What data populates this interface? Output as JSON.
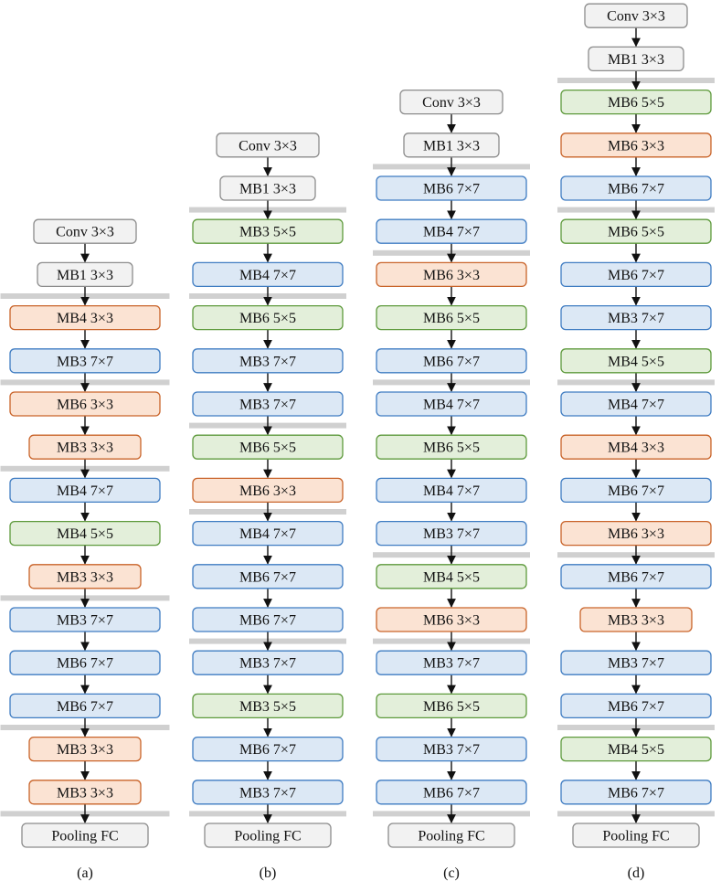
{
  "colors": {
    "gray": {
      "fill": "#f2f2f2",
      "stroke": "#8c8c8c"
    },
    "orange": {
      "fill": "#fbe3d3",
      "stroke": "#c9642a"
    },
    "blue": {
      "fill": "#dce8f5",
      "stroke": "#3f7cc2"
    },
    "green": {
      "fill": "#e3efda",
      "stroke": "#5e9a3c"
    },
    "separator": "#d0d0d0",
    "arrow": "#111111"
  },
  "columns": [
    {
      "caption": "(a)",
      "blocks": [
        {
          "label": "Conv 3×3",
          "color": "gray"
        },
        {
          "label": "MB1 3×3",
          "color": "gray",
          "stage_end": true
        },
        {
          "label": "MB4 3×3",
          "color": "orange"
        },
        {
          "label": "MB3 7×7",
          "color": "blue",
          "stage_end": true
        },
        {
          "label": "MB6 3×3",
          "color": "orange"
        },
        {
          "label": "MB3 3×3",
          "color": "orange",
          "stage_end": true
        },
        {
          "label": "MB4 7×7",
          "color": "blue"
        },
        {
          "label": "MB4 5×5",
          "color": "green"
        },
        {
          "label": "MB3 3×3",
          "color": "orange",
          "stage_end": true
        },
        {
          "label": "MB3 7×7",
          "color": "blue"
        },
        {
          "label": "MB6 7×7",
          "color": "blue"
        },
        {
          "label": "MB6 7×7",
          "color": "blue",
          "stage_end": true
        },
        {
          "label": "MB3 3×3",
          "color": "orange"
        },
        {
          "label": "MB3 3×3",
          "color": "orange",
          "stage_end": true
        },
        {
          "label": "Pooling FC",
          "color": "gray"
        }
      ]
    },
    {
      "caption": "(b)",
      "blocks": [
        {
          "label": "Conv 3×3",
          "color": "gray"
        },
        {
          "label": "MB1 3×3",
          "color": "gray",
          "stage_end": true
        },
        {
          "label": "MB3 5×5",
          "color": "green"
        },
        {
          "label": "MB4 7×7",
          "color": "blue",
          "stage_end": true
        },
        {
          "label": "MB6 5×5",
          "color": "green"
        },
        {
          "label": "MB3 7×7",
          "color": "blue"
        },
        {
          "label": "MB3 7×7",
          "color": "blue",
          "stage_end": true
        },
        {
          "label": "MB6 5×5",
          "color": "green"
        },
        {
          "label": "MB6 3×3",
          "color": "orange",
          "stage_end": true
        },
        {
          "label": "MB4 7×7",
          "color": "blue"
        },
        {
          "label": "MB6 7×7",
          "color": "blue"
        },
        {
          "label": "MB6 7×7",
          "color": "blue",
          "stage_end": true
        },
        {
          "label": "MB3 7×7",
          "color": "blue"
        },
        {
          "label": "MB3 5×5",
          "color": "green"
        },
        {
          "label": "MB6 7×7",
          "color": "blue"
        },
        {
          "label": "MB3 7×7",
          "color": "blue",
          "stage_end": true
        },
        {
          "label": "Pooling FC",
          "color": "gray"
        }
      ]
    },
    {
      "caption": "(c)",
      "blocks": [
        {
          "label": "Conv 3×3",
          "color": "gray"
        },
        {
          "label": "MB1 3×3",
          "color": "gray",
          "stage_end": true
        },
        {
          "label": "MB6 7×7",
          "color": "blue"
        },
        {
          "label": "MB4 7×7",
          "color": "blue",
          "stage_end": true
        },
        {
          "label": "MB6 3×3",
          "color": "orange"
        },
        {
          "label": "MB6 5×5",
          "color": "green"
        },
        {
          "label": "MB6 7×7",
          "color": "blue",
          "stage_end": true
        },
        {
          "label": "MB4 7×7",
          "color": "blue"
        },
        {
          "label": "MB6 5×5",
          "color": "green"
        },
        {
          "label": "MB4 7×7",
          "color": "blue"
        },
        {
          "label": "MB3 7×7",
          "color": "blue",
          "stage_end": true
        },
        {
          "label": "MB4 5×5",
          "color": "green"
        },
        {
          "label": "MB6 3×3",
          "color": "orange",
          "stage_end": true
        },
        {
          "label": "MB3 7×7",
          "color": "blue"
        },
        {
          "label": "MB6 5×5",
          "color": "green"
        },
        {
          "label": "MB3 7×7",
          "color": "blue"
        },
        {
          "label": "MB6 7×7",
          "color": "blue",
          "stage_end": true
        },
        {
          "label": "Pooling FC",
          "color": "gray"
        }
      ]
    },
    {
      "caption": "(d)",
      "blocks": [
        {
          "label": "Conv 3×3",
          "color": "gray"
        },
        {
          "label": "MB1 3×3",
          "color": "gray",
          "stage_end": true
        },
        {
          "label": "MB6 5×5",
          "color": "green"
        },
        {
          "label": "MB6 3×3",
          "color": "orange"
        },
        {
          "label": "MB6 7×7",
          "color": "blue",
          "stage_end": true
        },
        {
          "label": "MB6 5×5",
          "color": "green"
        },
        {
          "label": "MB6 7×7",
          "color": "blue"
        },
        {
          "label": "MB3 7×7",
          "color": "blue"
        },
        {
          "label": "MB4 5×5",
          "color": "green",
          "stage_end": true
        },
        {
          "label": "MB4 7×7",
          "color": "blue"
        },
        {
          "label": "MB4 3×3",
          "color": "orange"
        },
        {
          "label": "MB6 7×7",
          "color": "blue"
        },
        {
          "label": "MB6 3×3",
          "color": "orange",
          "stage_end": true
        },
        {
          "label": "MB6 7×7",
          "color": "blue"
        },
        {
          "label": "MB3 3×3",
          "color": "orange"
        },
        {
          "label": "MB3 7×7",
          "color": "blue"
        },
        {
          "label": "MB6 7×7",
          "color": "blue",
          "stage_end": true
        },
        {
          "label": "MB4 5×5",
          "color": "green"
        },
        {
          "label": "MB6 7×7",
          "color": "blue",
          "stage_end": true
        },
        {
          "label": "Pooling FC",
          "color": "gray"
        }
      ]
    }
  ]
}
